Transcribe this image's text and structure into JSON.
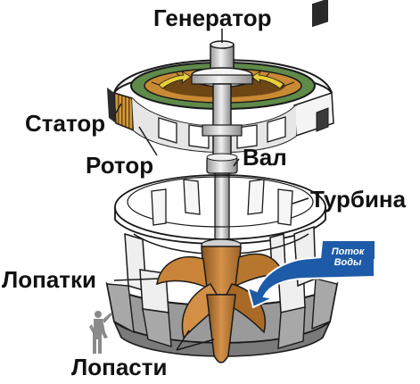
{
  "labels": {
    "generator": "Генератор",
    "stator": "Статор",
    "rotor": "Ротор",
    "shaft": "Вал",
    "turbine": "Турбина",
    "wicket_gates": "Лопатки",
    "runner_blades": "Лопасти",
    "water_flow_line1": "Поток",
    "water_flow_line2": "Воды"
  },
  "colors": {
    "outline": "#1a1a1a",
    "housing": "#ffffff",
    "shade": "#9a9a9a",
    "rotor": "#c98a34",
    "rotor_dark": "#8f5a1c",
    "stator_green": "#5f8a4a",
    "arrow_yellow": "#e8cf3a",
    "water_arrow": "#1d5aa8",
    "runner": "#c9843a",
    "runner_dark": "#7a4a1a",
    "shaft": "#d9d9d9"
  },
  "icons": {
    "person": "person-silhouette-icon",
    "water_arrow": "water-flow-arrow-icon"
  }
}
